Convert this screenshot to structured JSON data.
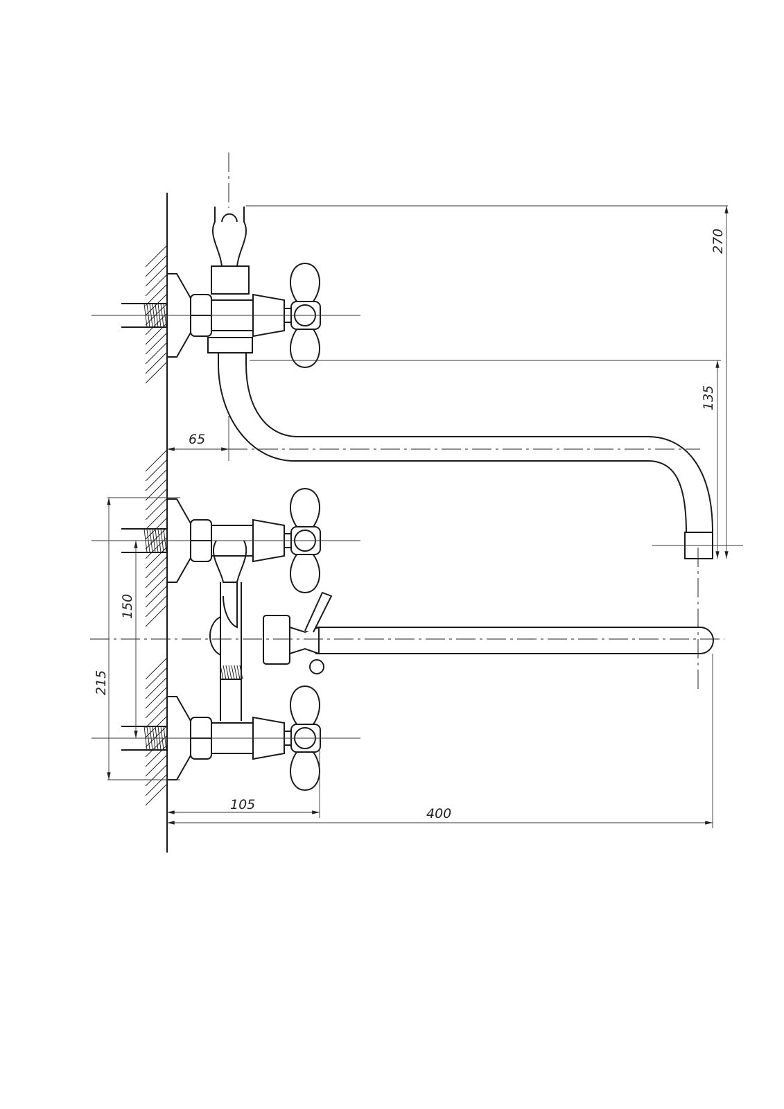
{
  "title": "Bath mixer technical drawing",
  "dimensions": {
    "height_top": "270",
    "spout_height": "135",
    "wall_offset": "65",
    "inlet_spacing": "150",
    "body_height": "215",
    "handle_reach": "105",
    "spout_length": "400"
  }
}
